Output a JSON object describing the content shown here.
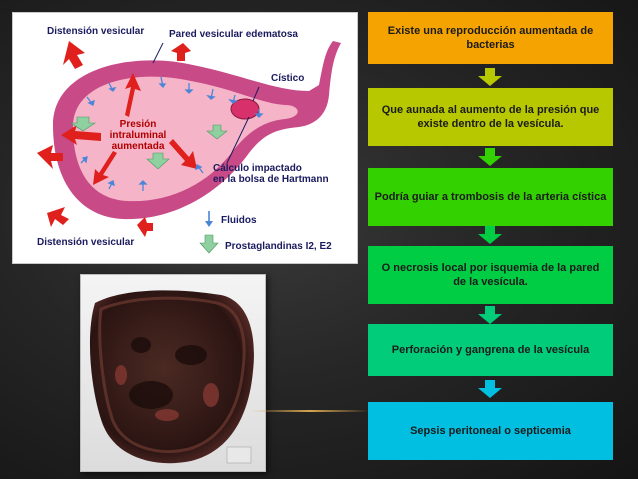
{
  "diagram": {
    "labels": {
      "distension_top": "Distensión vesicular",
      "pared": "Pared vesicular edematosa",
      "cistico": "Cístico",
      "presion_l1": "Presión",
      "presion_l2": "intraluminal",
      "presion_l3": "aumentada",
      "calculo_l1": "Cálculo impactado",
      "calculo_l2": "en la bolsa de Hartmann",
      "distension_bottom": "Distensión vesicular",
      "legend_fluidos": "Fluidos",
      "legend_prostaglandinas": "Prostaglandinas I2, E2"
    },
    "colors": {
      "wall": "#c84a86",
      "lumen": "#f6b4c8",
      "arrow_red": "#e0201c",
      "arrow_blue": "#4a86d8",
      "arrow_green": "#8fd0a0"
    }
  },
  "photo": {
    "icon": "gallbladder-specimen-photo"
  },
  "flow": [
    {
      "text": "Existe una reproducción aumentada de bacterias",
      "color": "#f4a300"
    },
    {
      "text": "Que aunada al aumento de la presión que existe dentro de la vesícula.",
      "color": "#b7c800"
    },
    {
      "text": "Podría guiar a trombosis de la arteria cística",
      "color": "#33d100"
    },
    {
      "text": "O necrosis local por isquemia de la pared de la vesícula.",
      "color": "#00cc44"
    },
    {
      "text": "Perforación y gangrena de la vesícula",
      "color": "#00cc7a"
    },
    {
      "text": "Sepsis peritoneal o septicemia",
      "color": "#00bfe0"
    }
  ]
}
